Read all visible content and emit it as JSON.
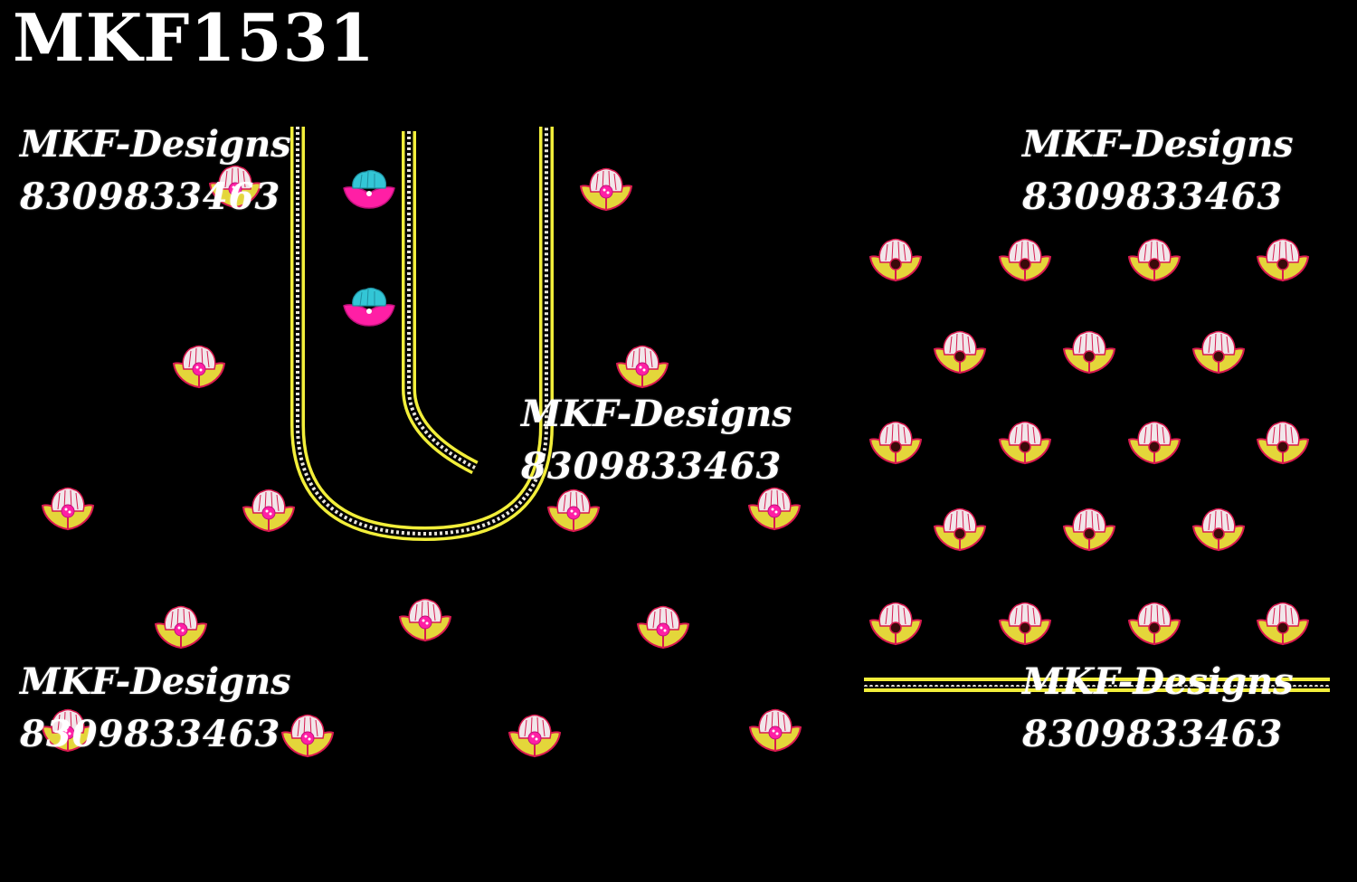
{
  "design_code": "MKF1531",
  "watermarks": [
    {
      "brand": "MKF-Designs",
      "phone": "8309833463"
    },
    {
      "brand": "MKF-Designs",
      "phone": "8309833463"
    },
    {
      "brand": "MKF-Designs",
      "phone": "8309833463"
    },
    {
      "brand": "MKF-Designs",
      "phone": "8309833463"
    },
    {
      "brand": "MKF-Designs",
      "phone": "8309833463"
    }
  ],
  "colors": {
    "background": "#000000",
    "border_yellow": "#f2ee3a",
    "pearl": "#e8e4dc",
    "petal_white": "#f1e6ea",
    "petal_pink": "#ff1fa5",
    "petal_cyan": "#33c6d6",
    "leaf_yellow": "#e4d63a",
    "outline_red": "#d8194f"
  },
  "icons": [
    "lotus-motif-icon",
    "lotus-motif-cyan-icon"
  ]
}
